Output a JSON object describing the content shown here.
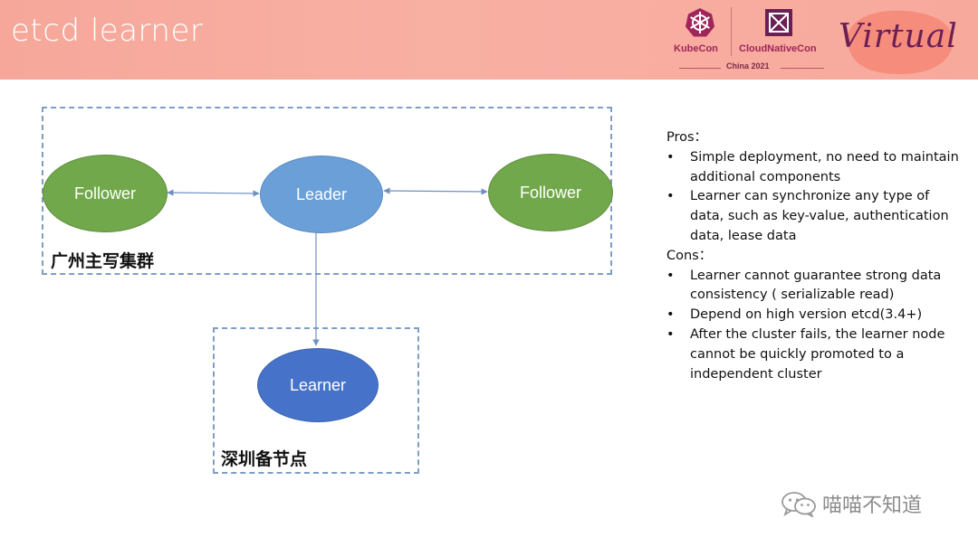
{
  "slide": {
    "title": "etcd learner"
  },
  "branding": {
    "kubecon": "KubeCon",
    "cloudnativecon": "CloudNativeCon",
    "event": "China 2021",
    "virtual": "Virtual"
  },
  "diagram": {
    "nodes": {
      "follower_left": "Follower",
      "leader": "Leader",
      "follower_right": "Follower",
      "learner": "Learner"
    },
    "clusters": {
      "primary": "广州主写集群",
      "backup": "深圳备节点"
    },
    "colors": {
      "follower": "#71a84b",
      "leader": "#6a9fd8",
      "learner": "#4673c9",
      "dashed_border": "#7f9ec5",
      "header": "#f7a99c"
    }
  },
  "notes": {
    "pros_heading": "Pros：",
    "pros": [
      "Simple deployment, no need to maintain additional components",
      "Learner can synchronize any type of data, such as key-value, authentication data, lease data"
    ],
    "cons_heading": "Cons：",
    "cons": [
      "Learner cannot guarantee strong data consistency ( serializable read)",
      "Depend on high version etcd(3.4+)",
      "After the cluster fails, the learner node cannot be quickly promoted to a independent cluster"
    ]
  },
  "watermark": {
    "text": "喵喵不知道",
    "icon": "wechat-icon"
  }
}
